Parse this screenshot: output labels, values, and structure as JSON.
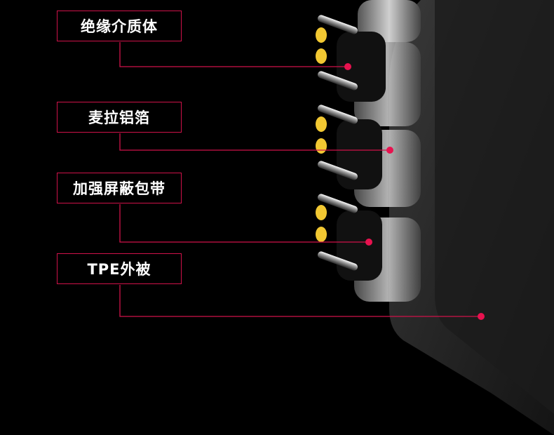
{
  "callouts": [
    {
      "label": "绝缘介质体"
    },
    {
      "label": "麦拉铝箔"
    },
    {
      "label": "加强屏蔽包带"
    },
    {
      "label": "TPE外被"
    }
  ],
  "colors": {
    "accent": "#d0124a",
    "dot": "#e8124f",
    "conductor": "#f2c832",
    "background": "#000000"
  }
}
